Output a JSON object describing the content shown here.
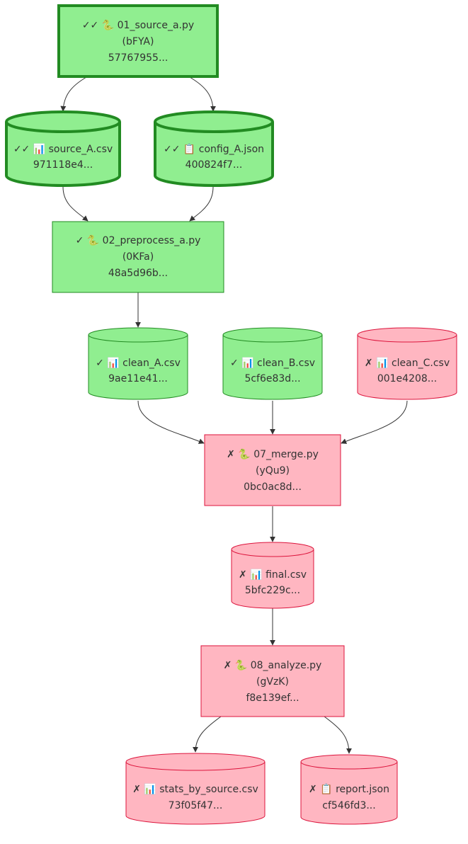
{
  "colors": {
    "ok_fill": "#90ee90",
    "ok_stroke": "#228b22",
    "ok_stroke_thick": "#228b22",
    "fail_fill": "#ffb6c1",
    "fail_stroke": "#dc143c",
    "edge": "#333333"
  },
  "nodes": {
    "source_a_py": {
      "status": "✓✓",
      "icon": "🐍",
      "name": "01_source_a.py",
      "id": "(bFYA)",
      "hash": "57767955..."
    },
    "source_a_csv": {
      "status": "✓✓",
      "icon": "📊",
      "name": "source_A.csv",
      "hash": "971118e4..."
    },
    "config_a_json": {
      "status": "✓✓",
      "icon": "📋",
      "name": "config_A.json",
      "hash": "400824f7..."
    },
    "preprocess_a_py": {
      "status": "✓",
      "icon": "🐍",
      "name": "02_preprocess_a.py",
      "id": "(0KFa)",
      "hash": "48a5d96b..."
    },
    "clean_a_csv": {
      "status": "✓",
      "icon": "📊",
      "name": "clean_A.csv",
      "hash": "9ae11e41..."
    },
    "clean_b_csv": {
      "status": "✓",
      "icon": "📊",
      "name": "clean_B.csv",
      "hash": "5cf6e83d..."
    },
    "clean_c_csv": {
      "status": "✗",
      "icon": "📊",
      "name": "clean_C.csv",
      "hash": "001e4208..."
    },
    "merge_py": {
      "status": "✗",
      "icon": "🐍",
      "name": "07_merge.py",
      "id": "(yQu9)",
      "hash": "0bc0ac8d..."
    },
    "final_csv": {
      "status": "✗",
      "icon": "📊",
      "name": "final.csv",
      "hash": "5bfc229c..."
    },
    "analyze_py": {
      "status": "✗",
      "icon": "🐍",
      "name": "08_analyze.py",
      "id": "(gVzK)",
      "hash": "f8e139ef..."
    },
    "stats_csv": {
      "status": "✗",
      "icon": "📊",
      "name": "stats_by_source.csv",
      "hash": "73f05f47..."
    },
    "report_json": {
      "status": "✗",
      "icon": "📋",
      "name": "report.json",
      "hash": "cf546fd3..."
    }
  },
  "edges": [
    [
      "source_a_py",
      "source_a_csv"
    ],
    [
      "source_a_py",
      "config_a_json"
    ],
    [
      "source_a_csv",
      "preprocess_a_py"
    ],
    [
      "config_a_json",
      "preprocess_a_py"
    ],
    [
      "preprocess_a_py",
      "clean_a_csv"
    ],
    [
      "clean_a_csv",
      "merge_py"
    ],
    [
      "clean_b_csv",
      "merge_py"
    ],
    [
      "clean_c_csv",
      "merge_py"
    ],
    [
      "merge_py",
      "final_csv"
    ],
    [
      "final_csv",
      "analyze_py"
    ],
    [
      "analyze_py",
      "stats_csv"
    ],
    [
      "analyze_py",
      "report_json"
    ]
  ]
}
